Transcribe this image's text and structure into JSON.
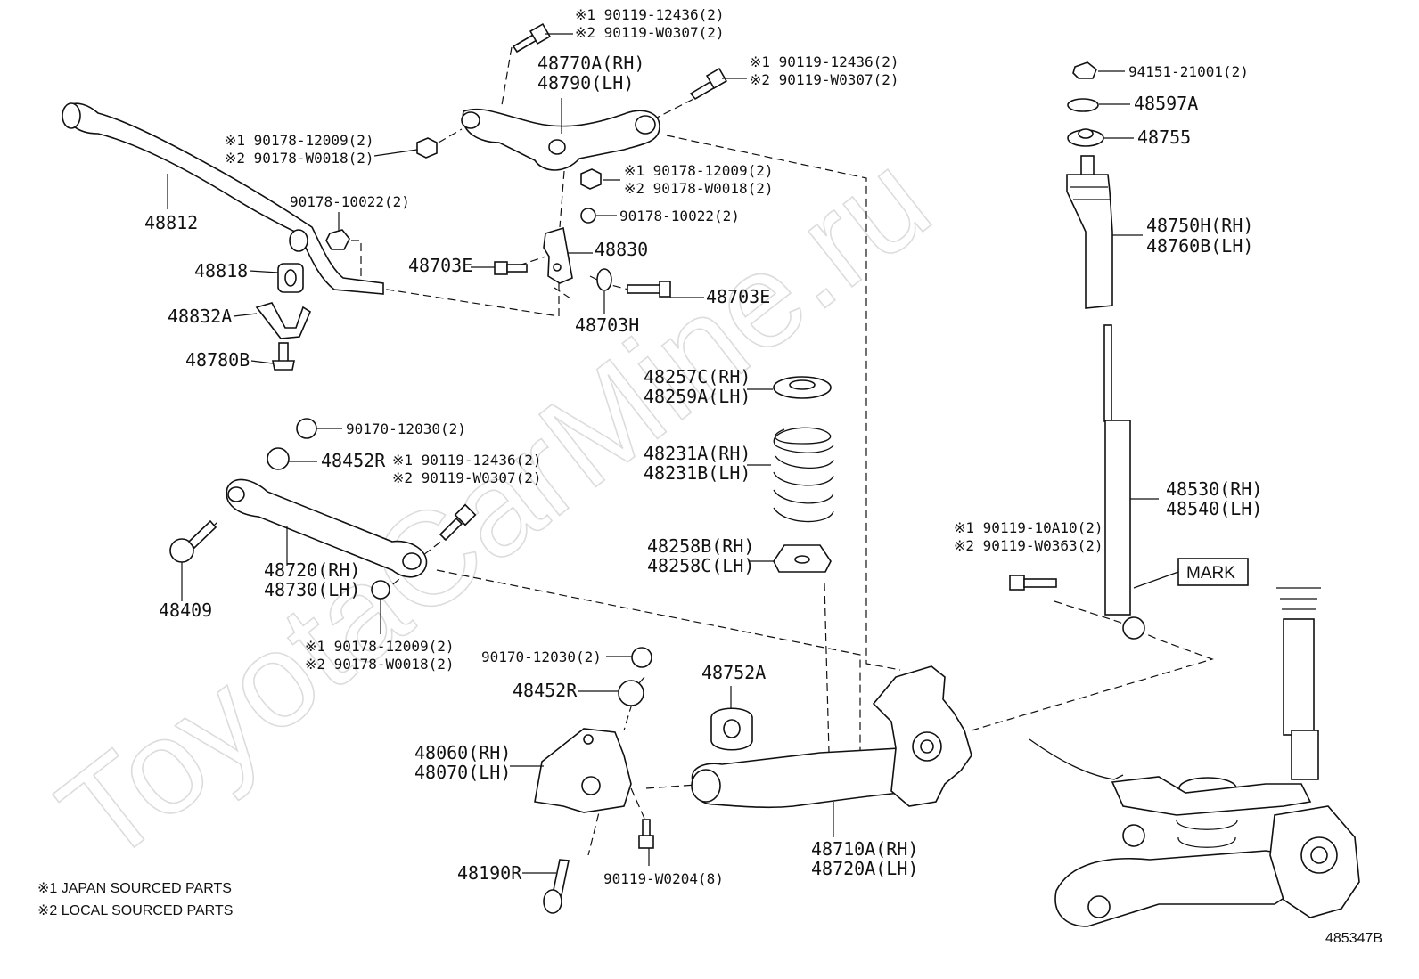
{
  "labels": {
    "upper_arm": [
      "48770A(RH)",
      "48790(LH)"
    ],
    "bolt_a": [
      "※1 90119-12436(2)",
      "※2 90119-W0307(2)"
    ],
    "bolt_b": [
      "※1 90119-12436(2)",
      "※2 90119-W0307(2)"
    ],
    "nut_a": [
      "※1 90178-12009(2)",
      "※2 90178-W0018(2)"
    ],
    "nut_b": [
      "※1 90178-12009(2)",
      "※2 90178-W0018(2)"
    ],
    "stab_bar": "48812",
    "stab_nut": "90178-10022(2)",
    "bracket_nut": "90178-10022(2)",
    "bushing": "48818",
    "bushing_bracket": "48832A",
    "bracket_bolt": "48780B",
    "link_bracket": "48830",
    "link_bolt_l": "48703E",
    "link_bolt_r": "48703E",
    "washer": "48703H",
    "strut_nut": "94151-21001(2)",
    "strut_plate": "48597A",
    "strut_seat": "48755",
    "bumper": [
      "48750H(RH)",
      "48760B(LH)"
    ],
    "spring_upper_seat": [
      "48257C(RH)",
      "48259A(LH)"
    ],
    "spring": [
      "48231A(RH)",
      "48231B(LH)"
    ],
    "spring_lower_seat": [
      "48258B(RH)",
      "48258C(LH)"
    ],
    "absorber": [
      "48530(RH)",
      "48540(LH)"
    ],
    "absorber_bolt": [
      "※1 90119-10A10(2)",
      "※2 90119-W0363(2)"
    ],
    "mark_label": "MARK",
    "lower_nut_top": "90170-12030(2)",
    "lower_bush_top": "48452R",
    "lower_bolt": [
      "※1 90119-12436(2)",
      "※2 90119-W0307(2)"
    ],
    "lower_link": [
      "48720(RH)",
      "48730(LH)"
    ],
    "cam_bolt": "48409",
    "lower_nut": [
      "※1 90178-12009(2)",
      "※2 90178-W0018(2)"
    ],
    "mid_nut": "90170-12030(2)",
    "mid_bush": "48452R",
    "member_bracket": [
      "48060(RH)",
      "48070(LH)"
    ],
    "arm_bush": "48752A",
    "trailing_arm": [
      "48710A(RH)",
      "48720A(LH)"
    ],
    "long_bolt": "48190R",
    "bracket_bolts": "90119-W0204(8)"
  },
  "notes": [
    "※1 JAPAN SOURCED PARTS",
    "※2 LOCAL SOURCED PARTS"
  ],
  "figure_id": "485347B",
  "watermark": "ToyotaCarMine.ru"
}
